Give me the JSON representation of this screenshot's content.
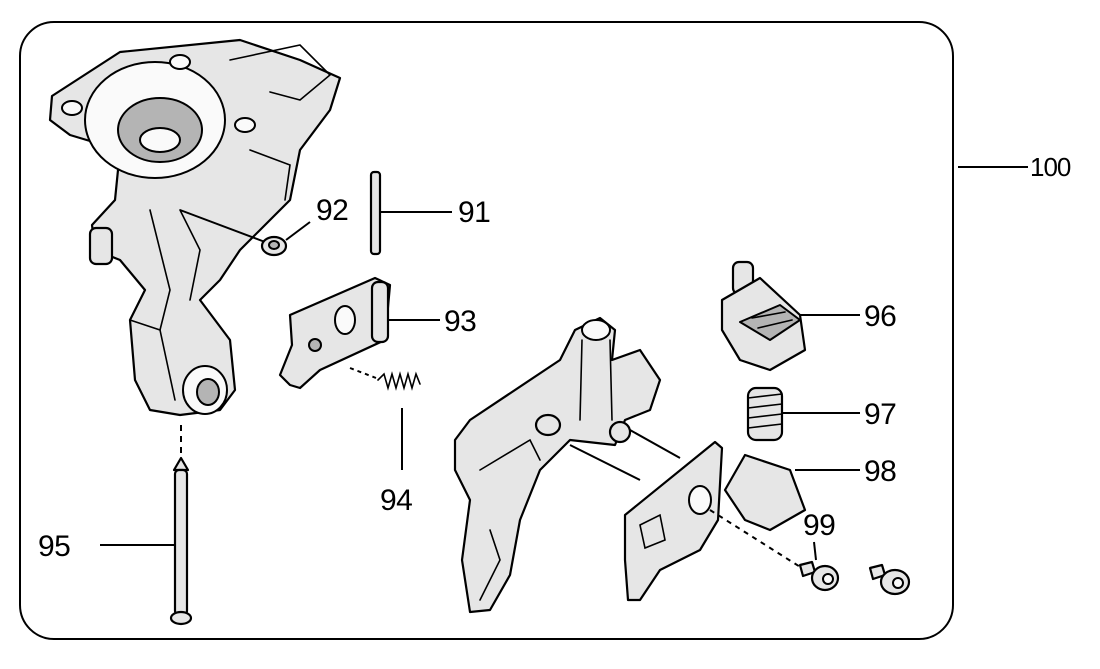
{
  "callouts": {
    "c91": "91",
    "c92": "92",
    "c93": "93",
    "c94": "94",
    "c95": "95",
    "c96": "96",
    "c97": "97",
    "c98": "98",
    "c99": "99",
    "c100": "100"
  },
  "colors": {
    "outline": "#000000",
    "part_fill": "#e6e6e6",
    "shadow_fill": "#b4b4b4"
  }
}
